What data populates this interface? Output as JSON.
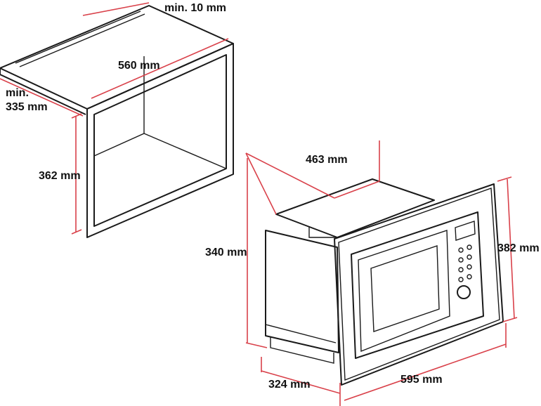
{
  "cabinet": {
    "gap_label": "min. 10 mm",
    "width_label": "560 mm",
    "depth_label_line1": "min.",
    "depth_label_line2": "335 mm",
    "height_label": "362 mm"
  },
  "microwave": {
    "depth_top_label": "463 mm",
    "body_height_label": "340 mm",
    "frame_height_label": "382 mm",
    "body_depth_label": "324 mm",
    "frame_width_label": "595 mm"
  },
  "colors": {
    "dimension": "#d9414a",
    "outline": "#1a1a1a"
  }
}
